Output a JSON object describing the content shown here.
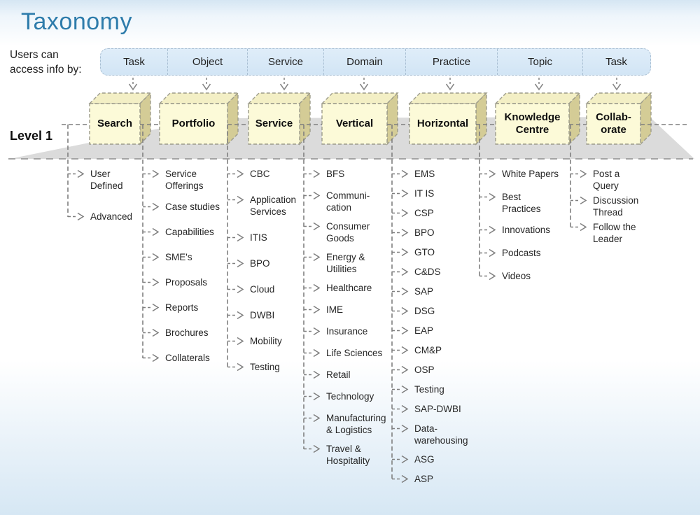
{
  "title": "Taxonomy",
  "access_label": {
    "line1": "Users can",
    "line2": "access info by:"
  },
  "level_label": "Level 1",
  "branches": [
    {
      "access_type": "Task",
      "cube": [
        "Search"
      ],
      "items": [
        [
          "User",
          "Defined"
        ],
        [
          "Advanced"
        ]
      ]
    },
    {
      "access_type": "Object",
      "cube": [
        "Portfolio"
      ],
      "items": [
        [
          "Service",
          "Offerings"
        ],
        [
          "Case studies"
        ],
        [
          "Capabilities"
        ],
        [
          "SME's"
        ],
        [
          "Proposals"
        ],
        [
          "Reports"
        ],
        [
          "Brochures"
        ],
        [
          "Collaterals"
        ]
      ]
    },
    {
      "access_type": "Service",
      "cube": [
        "Service"
      ],
      "items": [
        [
          "CBC"
        ],
        [
          "Application",
          "Services"
        ],
        [
          "ITIS"
        ],
        [
          "BPO"
        ],
        [
          "Cloud"
        ],
        [
          "DWBI"
        ],
        [
          "Mobility"
        ],
        [
          "Testing"
        ]
      ]
    },
    {
      "access_type": "Domain",
      "cube": [
        "Vertical"
      ],
      "items": [
        [
          "BFS"
        ],
        [
          "Communi-",
          "cation"
        ],
        [
          "Consumer",
          "Goods"
        ],
        [
          "Energy &",
          "Utilities"
        ],
        [
          "Healthcare"
        ],
        [
          "IME"
        ],
        [
          "Insurance"
        ],
        [
          "Life Sciences"
        ],
        [
          "Retail"
        ],
        [
          "Technology"
        ],
        [
          "Manufacturing",
          "& Logistics"
        ],
        [
          "Travel &",
          "Hospitality"
        ]
      ]
    },
    {
      "access_type": "Practice",
      "cube": [
        "Horizontal"
      ],
      "items": [
        [
          "EMS"
        ],
        [
          "IT IS"
        ],
        [
          "CSP"
        ],
        [
          "BPO"
        ],
        [
          "GTO"
        ],
        [
          "C&DS"
        ],
        [
          "SAP"
        ],
        [
          "DSG"
        ],
        [
          "EAP"
        ],
        [
          "CM&P"
        ],
        [
          "OSP"
        ],
        [
          "Testing"
        ],
        [
          "SAP-DWBI"
        ],
        [
          "Data-",
          "warehousing"
        ],
        [
          "ASG"
        ],
        [
          "ASP"
        ]
      ]
    },
    {
      "access_type": "Topic",
      "cube": [
        "Knowledge",
        "Centre"
      ],
      "items": [
        [
          "White Papers"
        ],
        [
          "Best",
          "Practices"
        ],
        [
          "Innovations"
        ],
        [
          "Podcasts"
        ],
        [
          "Videos"
        ]
      ]
    },
    {
      "access_type": "Task",
      "cube": [
        "Collab-",
        "orate"
      ],
      "items": [
        [
          "Post a",
          "Query"
        ],
        [
          "Discussion",
          "Thread"
        ],
        [
          "Follow the",
          "Leader"
        ]
      ]
    }
  ],
  "colors": {
    "title": "#2e7cab",
    "pill_fill": "#d9e8f7",
    "cube_front": "#fcfad8",
    "cube_top": "#f3efc5",
    "cube_side": "#d4cc96",
    "platform": "#dbdbdb",
    "connector": "#7f7f7f"
  }
}
